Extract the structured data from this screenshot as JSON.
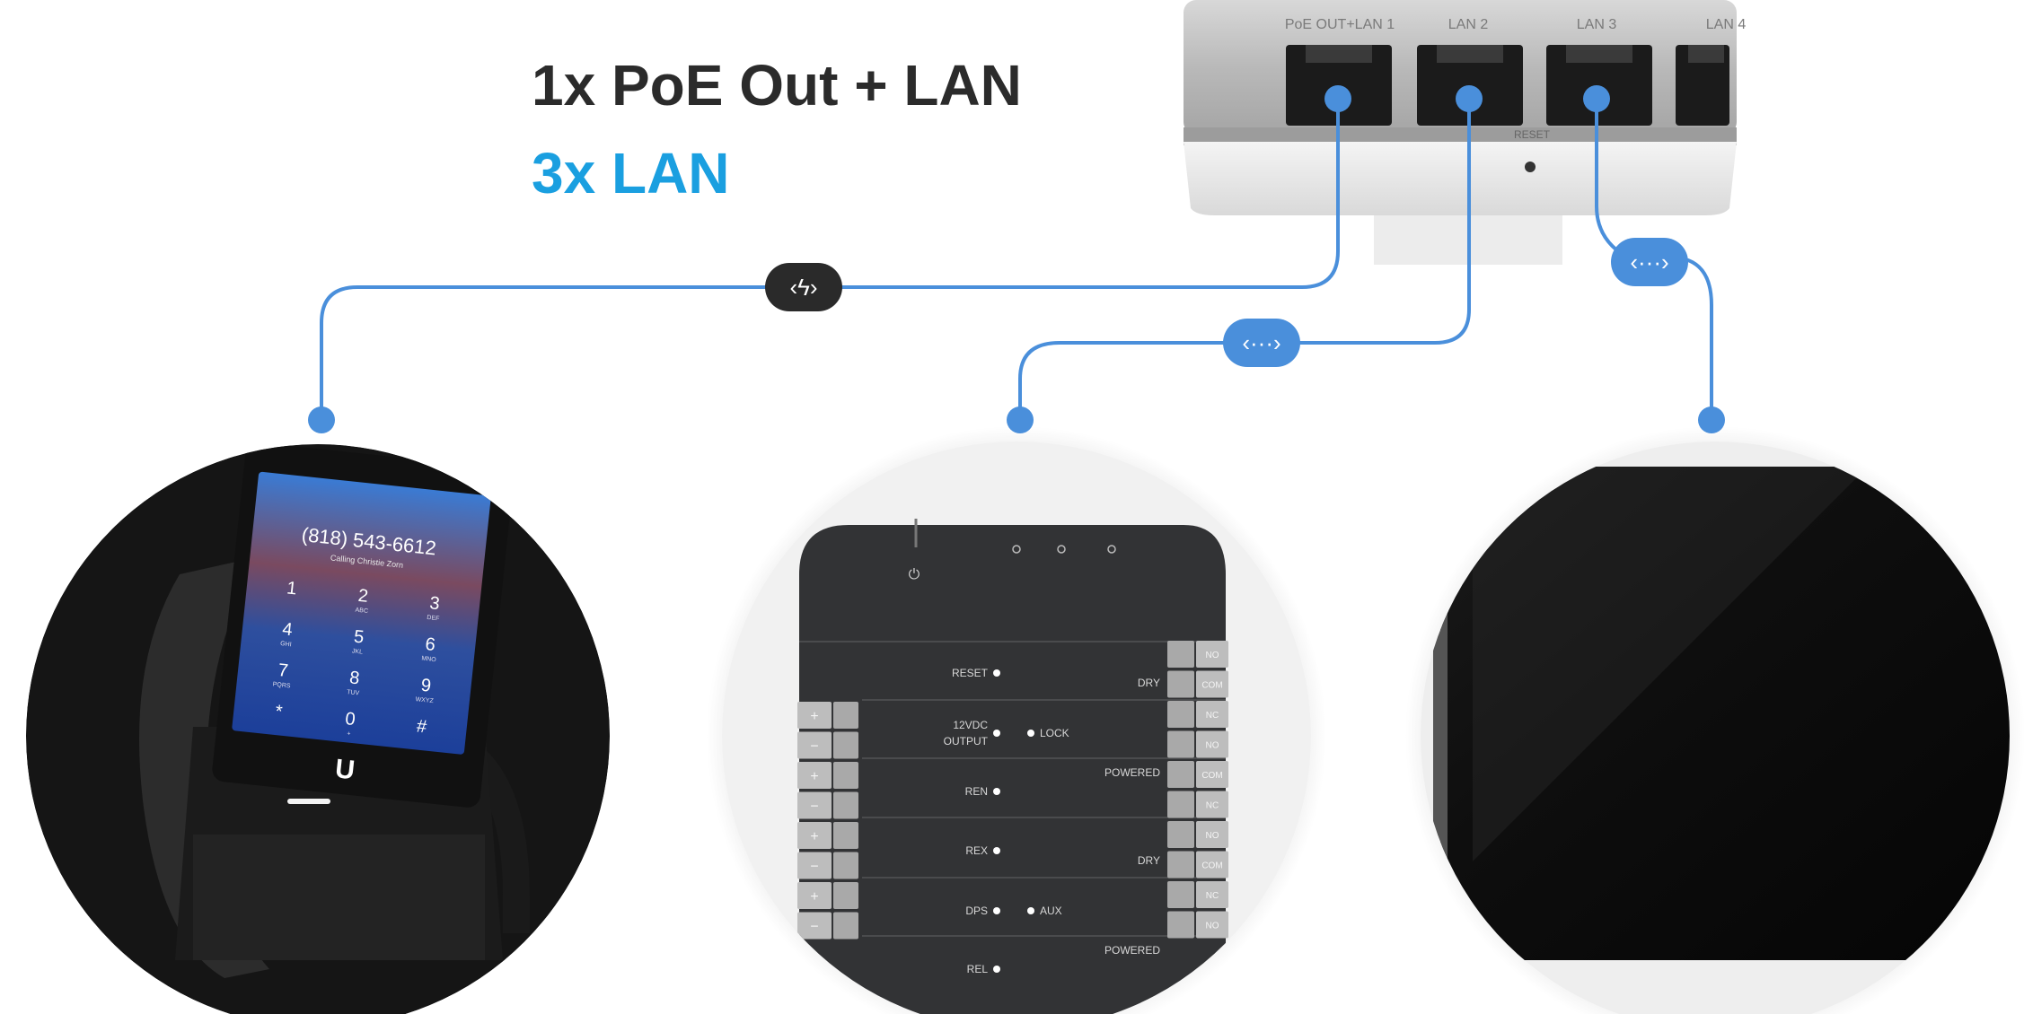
{
  "headline": {
    "primary": "1x PoE Out + LAN",
    "secondary": "3x LAN"
  },
  "switch": {
    "ports": [
      "PoE OUT+LAN 1",
      "LAN 2",
      "LAN 3",
      "LAN 4"
    ],
    "reset_label": "RESET"
  },
  "phone": {
    "number": "(818) 543-6612",
    "calling": "Calling Christie Zorn",
    "keys": [
      "1",
      "2",
      "3",
      "4",
      "5",
      "6",
      "7",
      "8",
      "9",
      "*",
      "0",
      "#"
    ],
    "subkeys": [
      "",
      "ABC",
      "DEF",
      "GHI",
      "JKL",
      "MNO",
      "PQRS",
      "TUV",
      "WXYZ",
      "",
      "+",
      ""
    ],
    "logo": "U"
  },
  "controller": {
    "left_labels": [
      "RESET",
      "12VDC\nOUTPUT",
      "REN",
      "REX",
      "DPS",
      "REL"
    ],
    "mid_labels": [
      "LOCK",
      "AUX"
    ],
    "right_labels": [
      "DRY",
      "POWERED",
      "DRY",
      "POWERED"
    ],
    "terminals": [
      "NO",
      "COM",
      "NC",
      "NO",
      "COM",
      "NC",
      "NO",
      "COM",
      "NC",
      "NO"
    ],
    "left_terms": [
      "+",
      "−",
      "+",
      "−",
      "+",
      "−",
      "+",
      "−"
    ]
  },
  "colors": {
    "headline_dark": "#2b2b2b",
    "headline_blue": "#1a9fe0",
    "link_blue": "#4a8fdb",
    "poe_badge": "#2a2a2a"
  },
  "icons": {
    "poe_link": "poe-link-icon",
    "lan_link": "lan-link-icon"
  }
}
